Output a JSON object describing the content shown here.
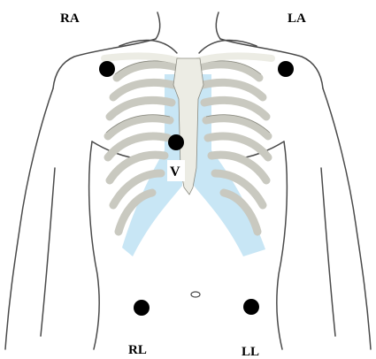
{
  "electrodes": {
    "ra": {
      "label": "RA"
    },
    "la": {
      "label": "LA"
    },
    "v": {
      "label": "V"
    },
    "rl": {
      "label": "RL"
    },
    "ll": {
      "label": "LL"
    }
  },
  "colors": {
    "outline": "#4a4a4a",
    "bone": "#ecece4",
    "cartilage": "#c8e6f5",
    "electrode": "#000000",
    "label": "#000000"
  }
}
